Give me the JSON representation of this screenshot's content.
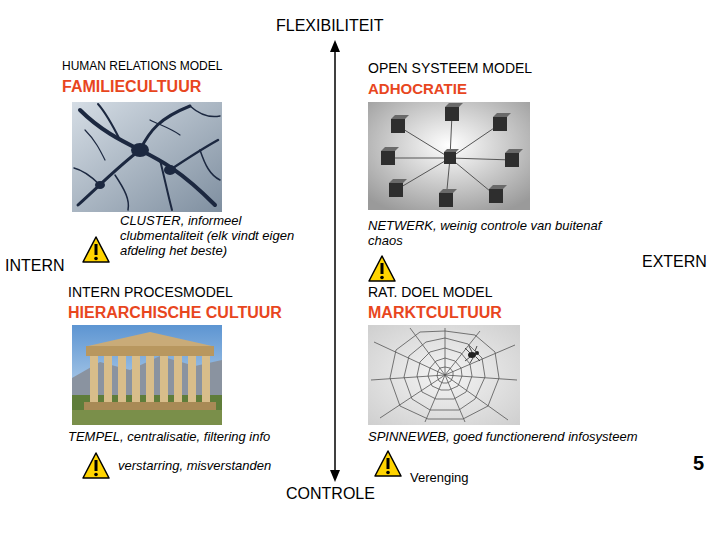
{
  "diagram": {
    "labels": [
      "FLEXIBILITEIT",
      "HUMAN RELATIONS MODEL",
      "FAMILIECULTUUR",
      "OPEN SYSTEEM MODEL",
      "ADHOCRATIE",
      "CLUSTER, informeel clubmentaliteit (elk vindt eigen afdeling het beste)",
      "INTERN",
      "NETWERK, weinig controle van buitenaf chaos",
      "EXTERN",
      "INTERN PROCESMODEL",
      "HIERARCHISCHE CULTUUR",
      "RAT. DOEL MODEL",
      "MARKTCULTUUR",
      "TEMPEL, centralisatie, filtering info",
      "SPINNEWEB, goed functionerend infosysteem",
      "verstarring, misverstanden",
      "Verenging",
      "CONTROLE",
      "5"
    ]
  }
}
